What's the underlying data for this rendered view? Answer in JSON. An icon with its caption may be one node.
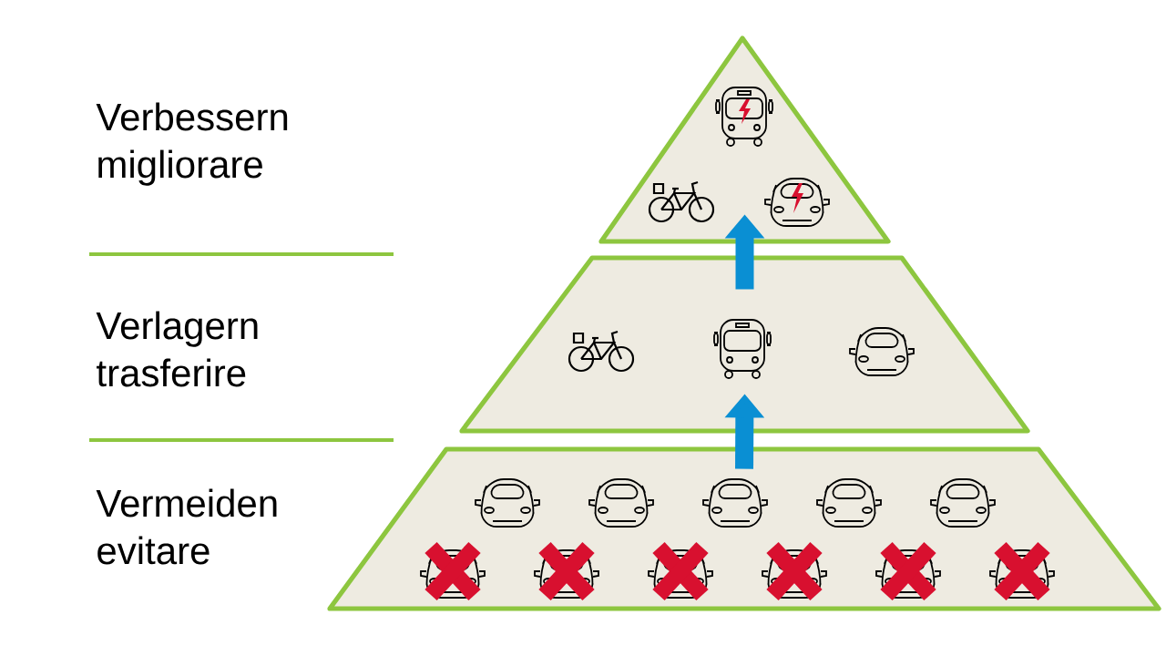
{
  "diagram": {
    "nodes": [
      {
        "text": [],
        "shape": "triangle"
      },
      {
        "text": [],
        "shape": "trapezoid"
      },
      {
        "text": [],
        "shape": "trapezoid"
      }
    ],
    "edges": [
      {
        "from": 2,
        "to": 1,
        "arrow": "to",
        "color": "#0a8fd3"
      },
      {
        "from": 1,
        "to": 0,
        "arrow": "to",
        "color": "#0a8fd3"
      }
    ],
    "labels": [
      "Verbessern",
      "migliorare",
      "Verlagern",
      "trasferire",
      "Vermeiden",
      "evitare"
    ]
  }
}
